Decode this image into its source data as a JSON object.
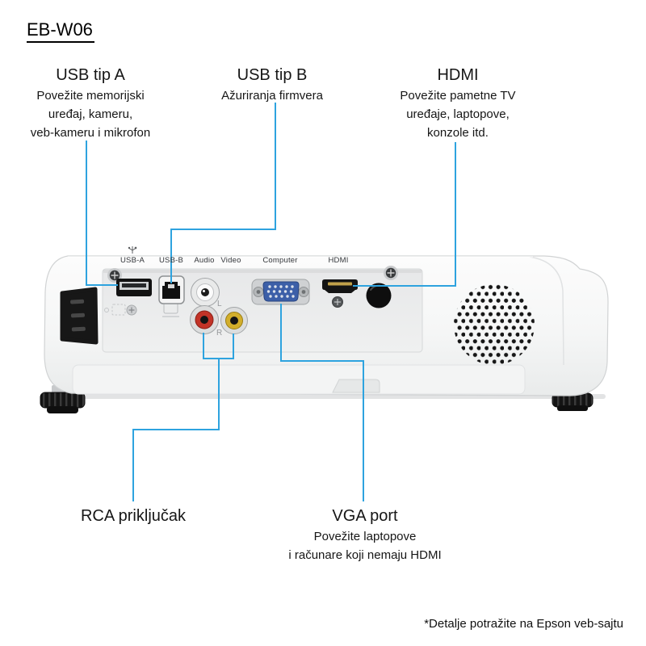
{
  "title": "EB-W06",
  "colors": {
    "callout_line": "#2EA3DF"
  },
  "callouts": {
    "usb_a": {
      "title": "USB tip A",
      "lines": [
        "Povežite memorijski",
        "uređaj, kameru,",
        "veb-kameru i mikrofon"
      ]
    },
    "usb_b": {
      "title": "USB tip B",
      "lines": [
        "Ažuriranja firmvera"
      ]
    },
    "hdmi": {
      "title": "HDMI",
      "lines": [
        "Povežite pametne TV",
        "uređaje, laptopove,",
        "konzole itd."
      ]
    },
    "rca": {
      "title": "RCA priključak",
      "lines": []
    },
    "vga": {
      "title": "VGA port",
      "lines": [
        "Povežite laptopove",
        "i računare koji nemaju HDMI"
      ]
    }
  },
  "projector": {
    "port_labels": [
      "USB-A",
      "USB-B",
      "Audio",
      "Video",
      "Computer",
      "HDMI"
    ],
    "rca_channel_labels": {
      "left": "L",
      "right": "R"
    }
  },
  "footnote": "*Detalje potražite na Epson veb-sajtu"
}
